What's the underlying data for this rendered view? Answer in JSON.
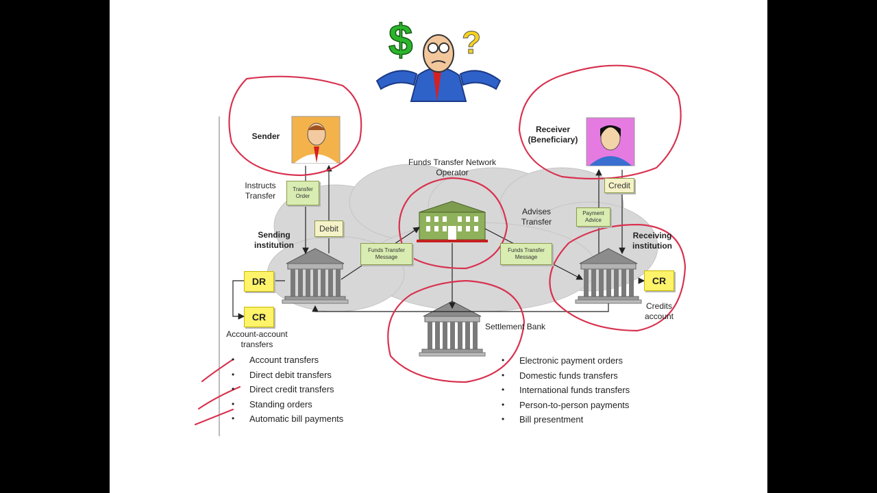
{
  "diagram": {
    "sender_label": "Sender",
    "receiver_label": "Receiver\n(Beneficiary)",
    "network_operator_label": "Funds Transfer Network\nOperator",
    "instructs_transfer_label": "Instructs\nTransfer",
    "advises_transfer_label": "Advises\nTransfer",
    "sending_institution_label": "Sending\ninstitution",
    "receiving_institution_label": "Receiving\ninstitution",
    "settlement_bank_label": "Settlement Bank",
    "account_account_label": "Account-account\ntransfers",
    "credits_account_label": "Credits\naccount",
    "transfer_order_box": "Transfer\nOrder",
    "debit_box": "Debit",
    "credit_box": "Credit",
    "payment_advice_box": "Payment\nAdvice",
    "funds_transfer_message_box": "Funds Transfer\nMessage",
    "dr_label": "DR",
    "cr_label": "CR",
    "dollar_symbol": "$",
    "question_symbol": "?"
  },
  "left_bullets": [
    "Account transfers",
    "Direct debit transfers",
    "Direct credit transfers",
    "Standing orders",
    "Automatic bill payments"
  ],
  "right_bullets": [
    "Electronic payment orders",
    "Domestic funds transfers",
    "International funds transfers",
    "Person-to-person payments",
    "Bill presentment"
  ],
  "colors": {
    "annotation": "#d8324f",
    "cloud": "#d7d7d7",
    "message_box": "#d9ecb2",
    "ledger": "#fff36a",
    "building_gray": "#9a9a9a",
    "operator_green": "#7e9c4e"
  }
}
